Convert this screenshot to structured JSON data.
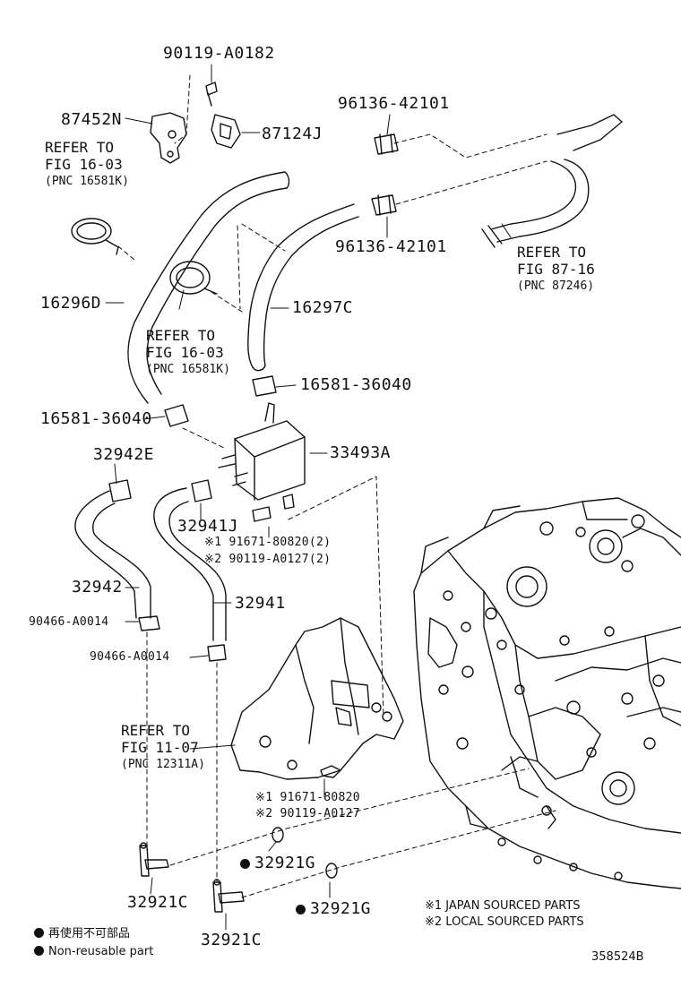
{
  "parts": {
    "p90119_a0182": "90119-A0182",
    "p87452n": "87452N",
    "p87124j": "87124J",
    "p96136_top": "96136-42101",
    "p96136_bot": "96136-42101",
    "p16296d": "16296D",
    "p16297c": "16297C",
    "p16581_right": "16581-36040",
    "p16581_left": "16581-36040",
    "p32942e": "32942E",
    "p33493a": "33493A",
    "p32941j": "32941J",
    "p32942": "32942",
    "p32941": "32941",
    "p90466_a": "90466-A0014",
    "p90466_b": "90466-A0014",
    "p32921g_a": "32921G",
    "p32921g_b": "32921G",
    "p32921c_a": "32921C",
    "p32921c_b": "32921C"
  },
  "bolt_pair_1": {
    "line1": "※1 91671-80820(2)",
    "line2": "※2 90119-A0127(2)"
  },
  "bolt_pair_2": {
    "line1": "※1 91671-80820",
    "line2": "※2 90119-A0127"
  },
  "refs": {
    "r1": {
      "line1": "REFER TO",
      "line2": "FIG 16-03",
      "pnc": "(PNC 16581K)"
    },
    "r2": {
      "line1": "REFER TO",
      "line2": "FIG 16-03",
      "pnc": "(PNC 16581K)"
    },
    "r3": {
      "line1": "REFER TO",
      "line2": "FIG 87-16",
      "pnc": "(PNC 87246)"
    },
    "r4": {
      "line1": "REFER TO",
      "line2": "FIG 11-07",
      "pnc": "(PNC 12311A)"
    }
  },
  "legend": {
    "jp": "※1 JAPAN SOURCED PARTS",
    "local": "※2 LOCAL SOURCED PARTS",
    "nonreuse_jp": "再使用不可部品",
    "nonreuse_en": "Non-reusable part"
  },
  "figure_id": "358524B"
}
